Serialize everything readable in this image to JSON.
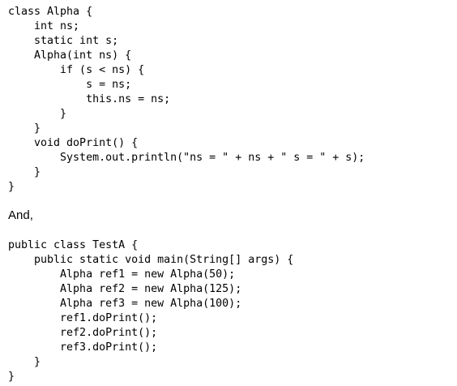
{
  "document": {
    "code_block_1": [
      "class Alpha {",
      "    int ns;",
      "    static int s;",
      "    Alpha(int ns) {",
      "        if (s < ns) {",
      "            s = ns;",
      "            this.ns = ns;",
      "        }",
      "    }",
      "    void doPrint() {",
      "        System.out.println(\"ns = \" + ns + \" s = \" + s);",
      "    }",
      "}"
    ],
    "connector_text": "And,",
    "code_block_2": [
      "public class TestA {",
      "    public static void main(String[] args) {",
      "        Alpha ref1 = new Alpha(50);",
      "        Alpha ref2 = new Alpha(125);",
      "        Alpha ref3 = new Alpha(100);",
      "        ref1.doPrint();",
      "        ref2.doPrint();",
      "        ref3.doPrint();",
      "    }",
      "}"
    ]
  }
}
